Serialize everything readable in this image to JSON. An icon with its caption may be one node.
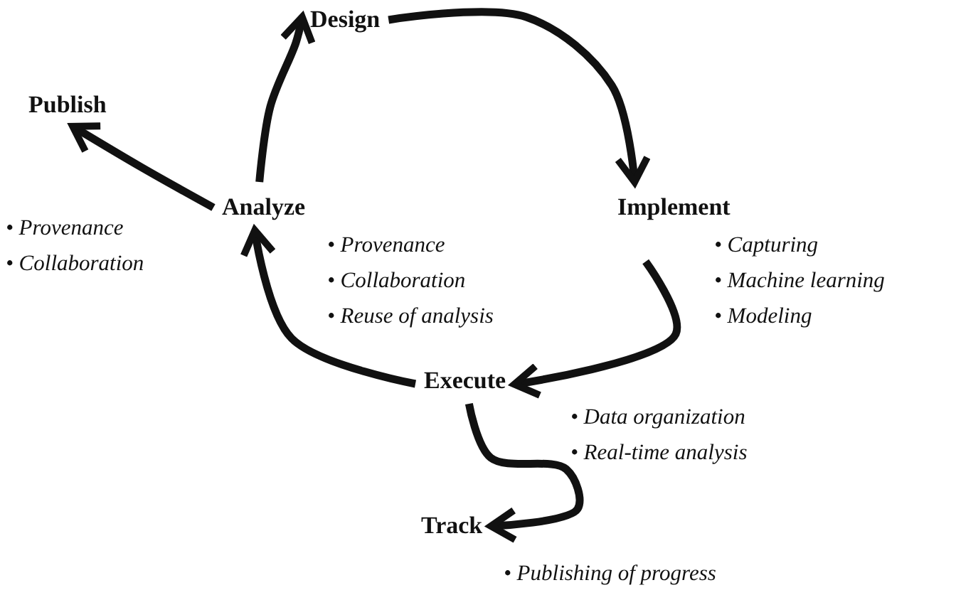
{
  "diagram": {
    "nodes": [
      {
        "text": [
          "Design"
        ]
      },
      {
        "text": [
          "Implement"
        ],
        "beside": [
          "• Capturing",
          "• Machine learning",
          "• Modeling"
        ]
      },
      {
        "text": [
          "Execute"
        ],
        "beside": [
          "• Data organization",
          "• Real-time analysis"
        ]
      },
      {
        "text": [
          "Analyze"
        ],
        "beside": [
          "• Provenance",
          "• Collaboration",
          "• Reuse of analysis"
        ]
      },
      {
        "text": [
          "Publish"
        ],
        "beside": [
          "• Provenance",
          "• Collaboration"
        ]
      },
      {
        "text": [
          "Track"
        ],
        "beside": [
          "• Publishing of progress"
        ]
      }
    ],
    "edges": [
      {
        "from": 0,
        "to": 1,
        "arrow": "to"
      },
      {
        "from": 1,
        "to": 2,
        "arrow": "to"
      },
      {
        "from": 2,
        "to": 3,
        "arrow": "to"
      },
      {
        "from": 3,
        "to": 0,
        "arrow": "to"
      },
      {
        "from": 3,
        "to": 4,
        "arrow": "to"
      },
      {
        "from": 2,
        "to": 5,
        "arrow": "to"
      }
    ]
  }
}
